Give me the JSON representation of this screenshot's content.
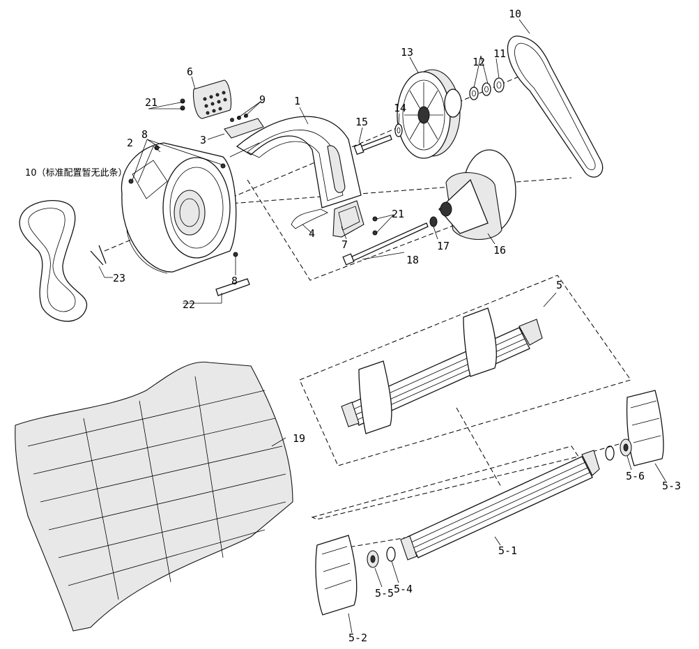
{
  "labels": {
    "p1": "1",
    "p2": "2",
    "p3": "3",
    "p4": "4",
    "p5": "5",
    "p5_1": "5-1",
    "p5_2": "5-2",
    "p5_3": "5-3",
    "p5_4": "5-4",
    "p5_5": "5-5",
    "p5_6": "5-6",
    "p6": "6",
    "p7": "7",
    "p8a": "8",
    "p8b": "8",
    "p9": "9",
    "p10a": "10",
    "p10b": "10（标准配置暂无此条）",
    "p11": "11",
    "p12": "12",
    "p13": "13",
    "p14": "14",
    "p15": "15",
    "p16": "16",
    "p17": "17",
    "p18": "18",
    "p19": "19",
    "p21a": "21",
    "p21b": "21",
    "p22": "22",
    "p23": "23"
  }
}
